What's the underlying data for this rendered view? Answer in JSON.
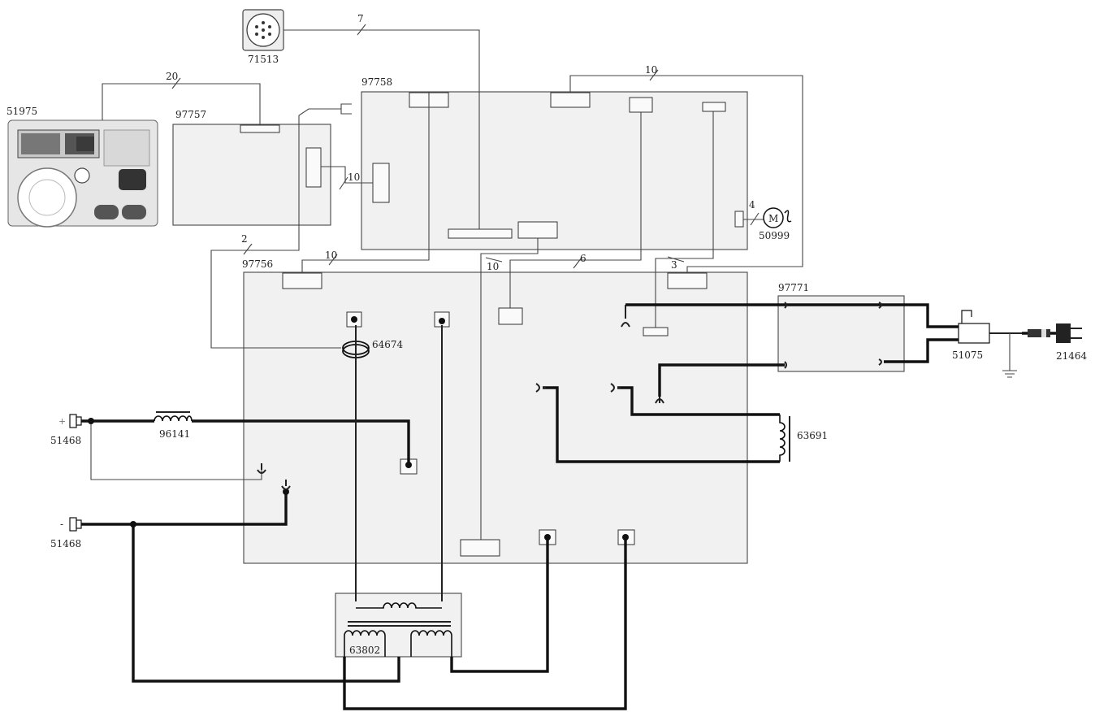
{
  "components": {
    "p71513": "71513",
    "p51975": "51975",
    "p97757": "97757",
    "p97758": "97758",
    "p97756": "97756",
    "p97771": "97771",
    "p50999": "50999",
    "p51075": "51075",
    "p21464": "21464",
    "p64674": "64674",
    "p96141": "96141",
    "p63691": "63691",
    "p63802": "63802",
    "p51468a": "51468",
    "p51468b": "51468"
  },
  "wire_counts": {
    "w7": "7",
    "w20": "20",
    "w10_top": "10",
    "w10_inner": "10",
    "w2": "2",
    "w10_left": "10",
    "w10_mid": "10",
    "w6": "6",
    "w3": "3",
    "w4": "4"
  },
  "terminals": {
    "plus": "+",
    "minus": "-"
  },
  "motor_symbol": "M",
  "colors": {
    "board_fill": "#f1f1f1",
    "wire": "#111111"
  }
}
